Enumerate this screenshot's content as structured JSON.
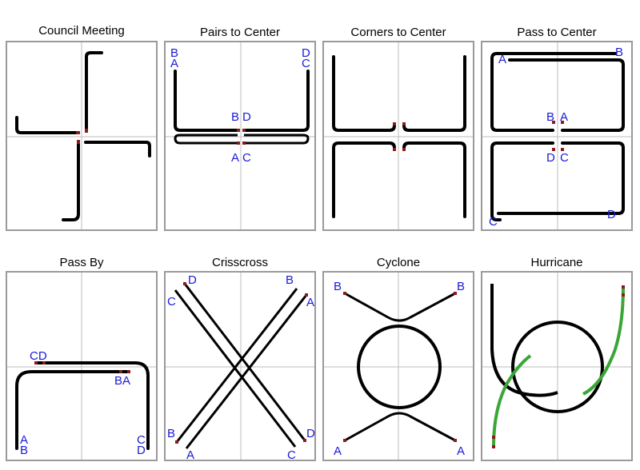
{
  "colors": {
    "track": "#000000",
    "marker": "#8b1a1a",
    "label": "#1a1ad8",
    "axis": "#bdbdbd",
    "border": "#9a9a9a",
    "green": "#3aa636"
  },
  "panels": [
    {
      "title": "Council Meeting"
    },
    {
      "title": "Pairs to Center",
      "labels": {
        "top_left_1": "B",
        "top_left_2": "A",
        "top_right_1": "D",
        "top_right_2": "C",
        "mid_top_1": "B",
        "mid_top_2": "D",
        "mid_bot_1": "A",
        "mid_bot_2": "C"
      }
    },
    {
      "title": "Corners to Center"
    },
    {
      "title": "Pass to Center",
      "labels": {
        "a_top": "A",
        "b_top": "B",
        "mid_b": "B",
        "mid_a": "A",
        "mid_d": "D",
        "mid_c": "C",
        "c_bot": "C",
        "d_bot": "D"
      }
    },
    {
      "title": "Pass By",
      "labels": {
        "cd": "CD",
        "ba": "BA",
        "a_bot": "A",
        "b_bot": "B",
        "c_bot": "C",
        "d_bot": "D"
      }
    },
    {
      "title": "Crisscross",
      "labels": {
        "d_tl": "D",
        "c_tl": "C",
        "b_tr": "B",
        "a_tr": "A",
        "b_bl": "B",
        "a_bl": "A",
        "d_br": "D",
        "c_br": "C"
      }
    },
    {
      "title": "Cyclone",
      "labels": {
        "b_tl": "B",
        "b_tr": "B",
        "a_bl": "A",
        "a_br": "A"
      }
    },
    {
      "title": "Hurricane"
    }
  ]
}
